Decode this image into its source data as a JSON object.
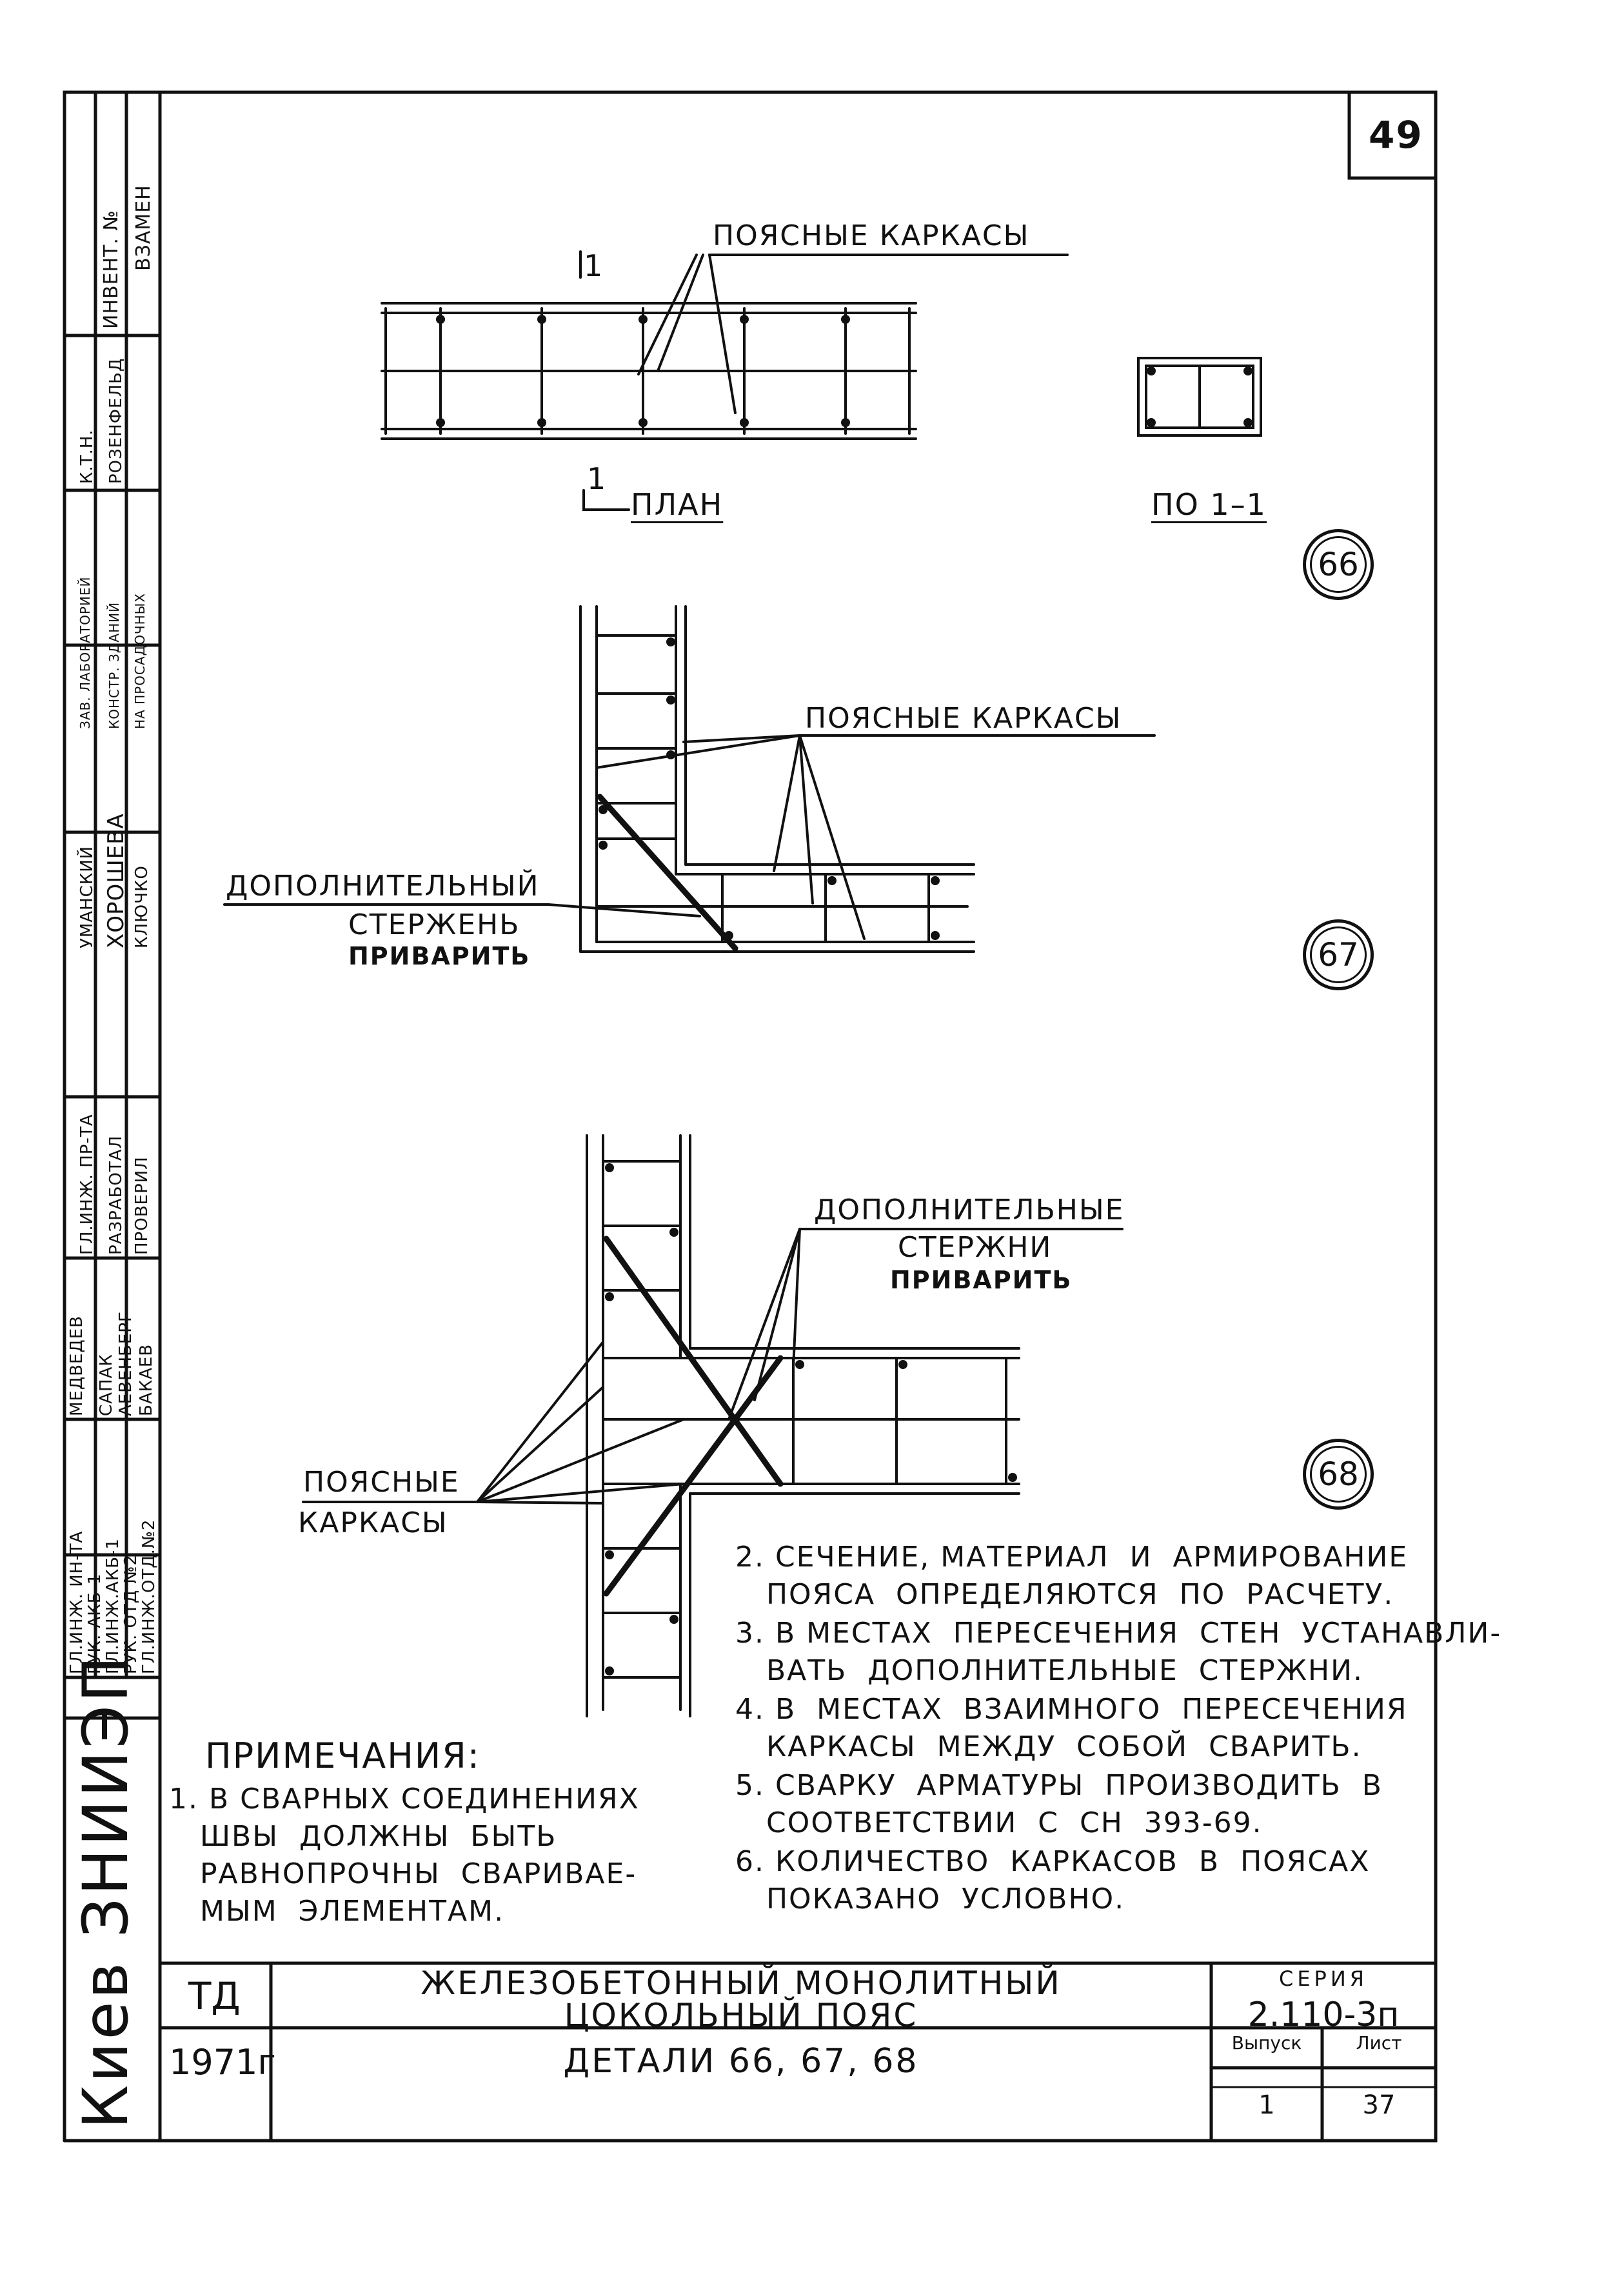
{
  "sheet": {
    "page_number": "49"
  },
  "plan": {
    "label_belt_frames": "ПОЯСНЫЕ  КАРКАСЫ",
    "section_mark_top": "1",
    "section_mark_bottom": "1",
    "plan_label": "ПЛАН",
    "section_label": "ПО 1–1",
    "detail_number": "66"
  },
  "detail_67": {
    "label_belt_frames": "ПОЯСНЫЕ  КАРКАСЫ",
    "label_additional_line1": "ДОПОЛНИТЕЛЬНЫЙ",
    "label_additional_line2": "СТЕРЖЕНЬ",
    "label_additional_line3": "ПРИВАРИТЬ",
    "detail_number": "67"
  },
  "detail_68": {
    "label_additional_line1": "ДОПОЛНИТЕЛЬНЫЕ",
    "label_additional_line2": "СТЕРЖНИ",
    "label_additional_line3": "ПРИВАРИТЬ",
    "label_belt_line1": "ПОЯСНЫЕ",
    "label_belt_line2": "КАРКАСЫ",
    "detail_number": "68"
  },
  "notes": {
    "heading": "ПРИМЕЧАНИЯ:",
    "note1": "1. В СВАРНЫХ СОЕДИНЕНИЯХ\n   ШВЫ  ДОЛЖНЫ  БЫТЬ\n   РАВНОПРОЧНЫ  СВАРИВАЕ-\n   МЫМ  ЭЛЕМЕНТАМ.",
    "note2": "2. СЕЧЕНИЕ, МАТЕРИАЛ  И  АРМИРОВАНИЕ\n   ПОЯСА  ОПРЕДЕЛЯЮТСЯ  ПО  РАСЧЕТУ.",
    "note3": "3. В МЕСТАХ  ПЕРЕСЕЧЕНИЯ  СТЕН  УСТАНАВЛИ-\n   ВАТЬ  ДОПОЛНИТЕЛЬНЫЕ  СТЕРЖНИ.",
    "note4": "4. В  МЕСТАХ  ВЗАИМНОГО  ПЕРЕСЕЧЕНИЯ\n   КАРКАСЫ  МЕЖДУ  СОБОЙ  СВАРИТЬ.",
    "note5": "5. СВАРКУ  АРМАТУРЫ  ПРОИЗВОДИТЬ  В\n   СООТВЕТСТВИИ  С  СН  393-69.",
    "note6": "6. КОЛИЧЕСТВО  КАРКАСОВ  В  ПОЯСАХ\n   ПОКАЗАНО  УСЛОВНО."
  },
  "title_block": {
    "code": "ТД",
    "year": "1971г",
    "title_line1": "ЖЕЛЕЗОБЕТОННЫЙ  МОНОЛИТНЫЙ",
    "title_line2": "ЦОКОЛЬНЫЙ  ПОЯС",
    "subtitle": "ДЕТАЛИ 66, 67, 68",
    "series_label": "СЕРИЯ",
    "series_value": "2.110-3п",
    "issue_label": "Выпуск",
    "issue_value": "1",
    "sheet_label": "Лист",
    "sheet_value": "37"
  },
  "side_stamp": {
    "organization": "Киев ЗНИИЭП",
    "col1": [
      "ГЛ.ИНЖ. ИН-ТА",
      "РУК. АКБ-1",
      "ГЛ.ИНЖ.АКБ-1",
      "РУК. ОТД №2",
      "ГЛ.ИНЖ.ОТД.№2"
    ],
    "col2": [
      "МЕДВЕДЕВ",
      "САПАК",
      "АЕВЕНБЕРГ",
      "БАКАЕВ"
    ],
    "col3": [
      "ГЛ.ИНЖ. ПР-ТА",
      "РАЗРАБОТАЛ",
      "ПРОВЕРИЛ"
    ],
    "col4": [
      "УМАНСКИЙ",
      "ХОРОШЕВА",
      "КЛЮЧКО"
    ],
    "col5": [
      "ЗАВ. ЛАБОРАТОРИЕЙ",
      "КОНСТР. ЗДАНИЙ",
      "НА ПРОСАДОЧНЫХ"
    ],
    "col6": [
      "К.Т.Н.",
      "РОЗЕНФЕЛЬД"
    ],
    "col7": [
      "ИНВЕНТ. №"
    ],
    "col8": [
      "ВЗАМЕН"
    ]
  }
}
